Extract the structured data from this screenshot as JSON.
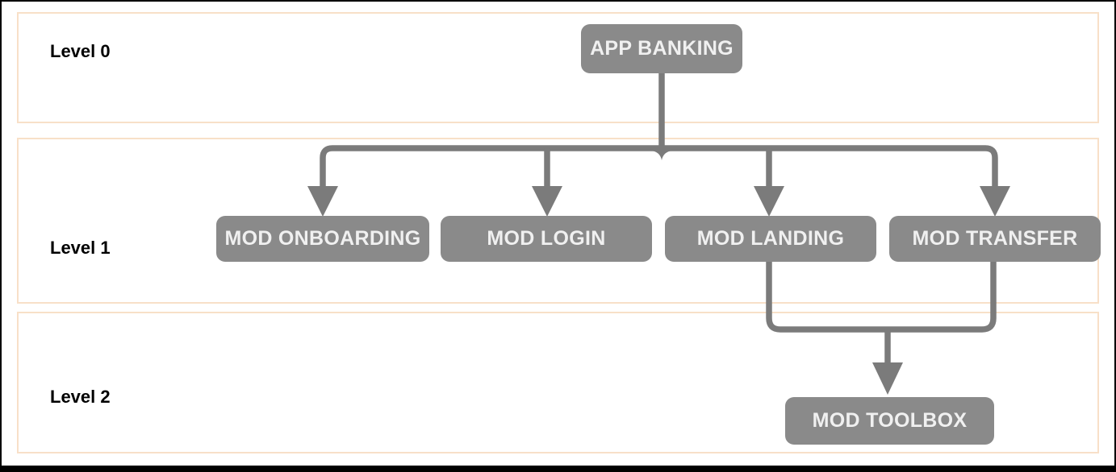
{
  "colors": {
    "node-fill": "#8a8a8a",
    "node-text": "#f0f0f0",
    "connector": "#7b7b7b",
    "band-border": "#f8e0c8",
    "level-text": "#000000",
    "frame-border": "#000000",
    "background": "#ffffff"
  },
  "levels": [
    {
      "id": "level-0",
      "label": "Level 0"
    },
    {
      "id": "level-1",
      "label": "Level 1"
    },
    {
      "id": "level-2",
      "label": "Level 2"
    }
  ],
  "nodes": [
    {
      "id": "app-banking",
      "label": "APP BANKING",
      "level": "Level 0"
    },
    {
      "id": "mod-onboarding",
      "label": "MOD ONBOARDING",
      "level": "Level 1"
    },
    {
      "id": "mod-login",
      "label": "MOD LOGIN",
      "level": "Level 1"
    },
    {
      "id": "mod-landing",
      "label": "MOD LANDING",
      "level": "Level 1"
    },
    {
      "id": "mod-transfer",
      "label": "MOD TRANSFER",
      "level": "Level 1"
    },
    {
      "id": "mod-toolbox",
      "label": "MOD TOOLBOX",
      "level": "Level 2"
    }
  ],
  "edges": [
    {
      "from": "APP BANKING",
      "to": "MOD ONBOARDING"
    },
    {
      "from": "APP BANKING",
      "to": "MOD LOGIN"
    },
    {
      "from": "APP BANKING",
      "to": "MOD LANDING"
    },
    {
      "from": "APP BANKING",
      "to": "MOD TRANSFER"
    },
    {
      "from": "MOD LANDING",
      "to": "MOD TOOLBOX"
    },
    {
      "from": "MOD TRANSFER",
      "to": "MOD TOOLBOX"
    }
  ]
}
